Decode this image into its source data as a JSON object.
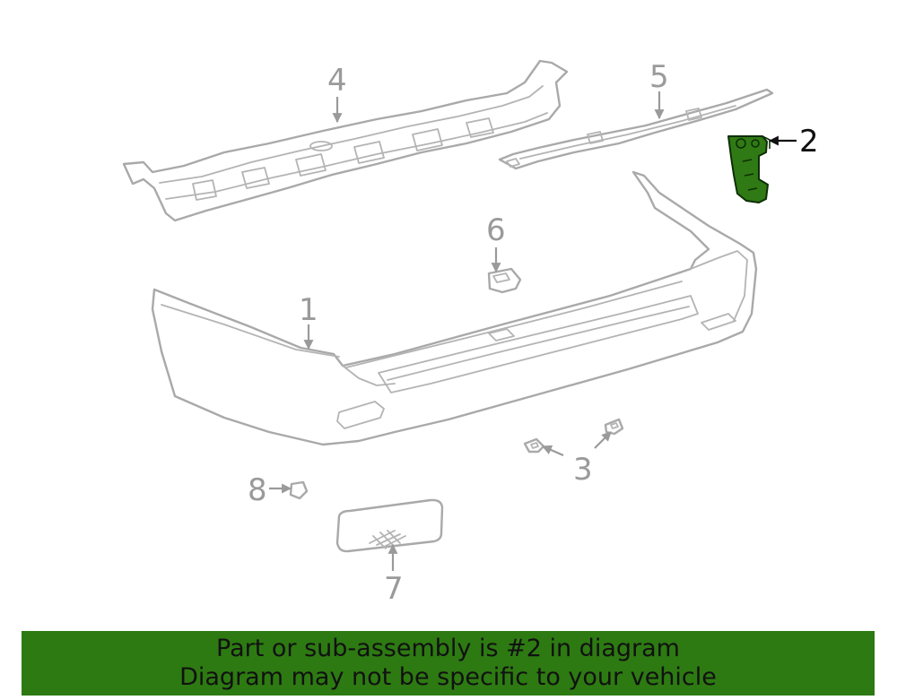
{
  "callouts": {
    "c1": "1",
    "c2": "2",
    "c3": "3",
    "c4": "4",
    "c5": "5",
    "c6": "6",
    "c7": "7",
    "c8": "8"
  },
  "highlighted_part": "2",
  "colors": {
    "highlight_fill": "#2f7a14",
    "banner_bg": "#2d7a12",
    "outline_gray": "#a9a9a9",
    "callout_gray": "#9a9a9a"
  },
  "banner": {
    "line1": "Part or sub-assembly is #2 in diagram",
    "line2": "Diagram may not be specific to your vehicle"
  }
}
